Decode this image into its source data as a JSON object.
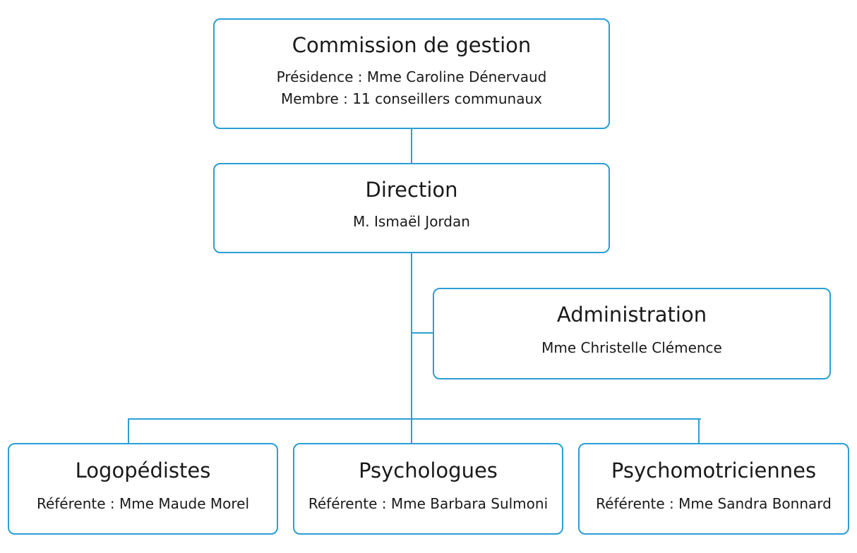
{
  "commission": {
    "title": "Commission de gestion",
    "presidence": "Présidence : Mme Caroline Dénervaud",
    "membre": "Membre : 11 conseillers communaux"
  },
  "direction": {
    "title": "Direction",
    "person": "M. Ismaël Jordan"
  },
  "administration": {
    "title": "Administration",
    "person": "Mme Christelle Clémence"
  },
  "teams": [
    {
      "title": "Logopédistes",
      "referent": "Référente : Mme Maude Morel"
    },
    {
      "title": "Psychologues",
      "referent": "Référente : Mme Barbara Sulmoni"
    },
    {
      "title": "Psychomotriciennes",
      "referent": "Référente :  Mme Sandra Bonnard"
    }
  ],
  "colors": {
    "accent": "#2a9fd6"
  }
}
